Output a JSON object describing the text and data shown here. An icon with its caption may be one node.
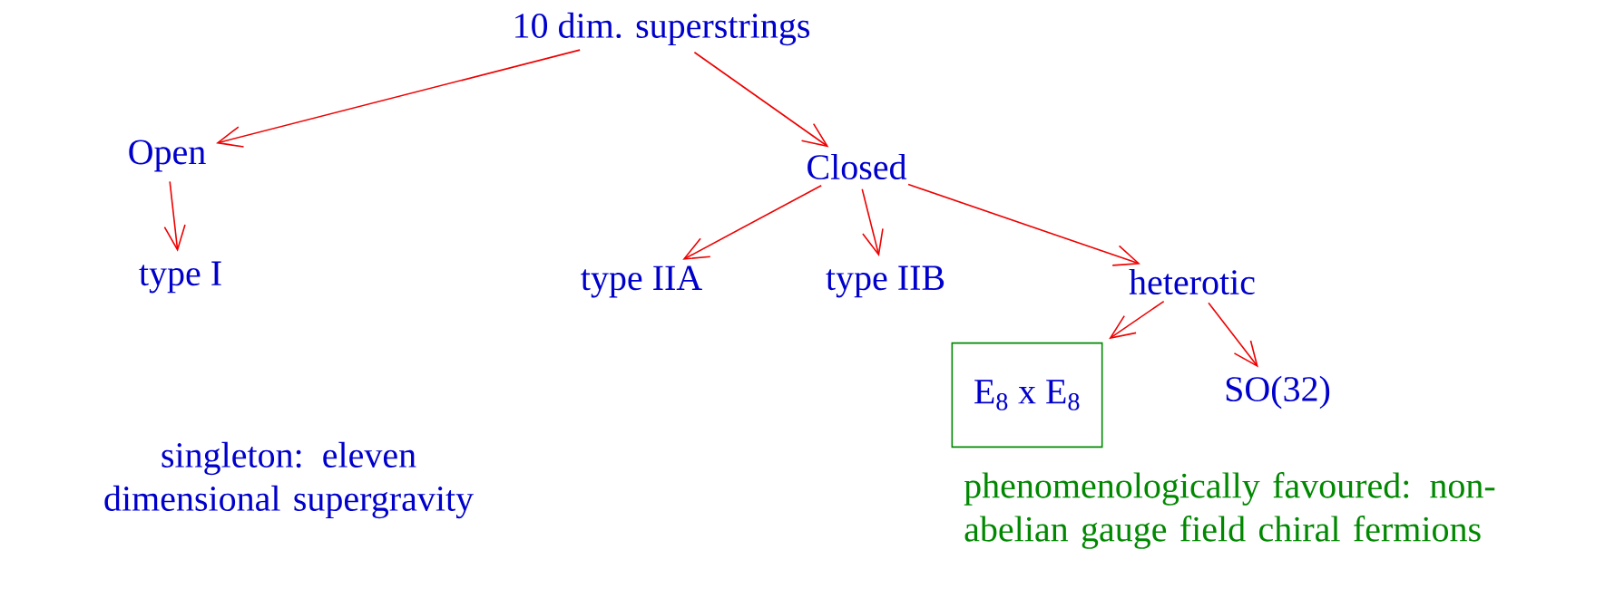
{
  "diagram": {
    "nodes": [
      {
        "text": [
          "10 dim. superstrings"
        ]
      },
      {
        "text": [
          "Open"
        ]
      },
      {
        "text": [
          "Closed"
        ]
      },
      {
        "text": [
          "type I"
        ]
      },
      {
        "text": [
          "type IIA"
        ]
      },
      {
        "text": [
          "type IIB"
        ]
      },
      {
        "text": [
          "heterotic"
        ]
      },
      {
        "text": [
          "E$_{8}$ x E$_{8}$"
        ],
        "beside": [
          "phenomenologically favoured: non-abelian gauge field chiral fermions"
        ]
      },
      {
        "text": [
          "SO(32)"
        ]
      }
    ],
    "edges": [
      {
        "from": 0,
        "to": 1,
        "arrow": "to"
      },
      {
        "from": 0,
        "to": 2,
        "arrow": "to"
      },
      {
        "from": 1,
        "to": 3,
        "arrow": "to"
      },
      {
        "from": 2,
        "to": 4,
        "arrow": "to"
      },
      {
        "from": 2,
        "to": 5,
        "arrow": "to"
      },
      {
        "from": 2,
        "to": 6,
        "arrow": "to"
      },
      {
        "from": 6,
        "to": 7,
        "arrow": "to"
      },
      {
        "from": 6,
        "to": 8,
        "arrow": "to"
      }
    ],
    "labels": [
      "singleton: eleven dimensional supergravity"
    ]
  }
}
